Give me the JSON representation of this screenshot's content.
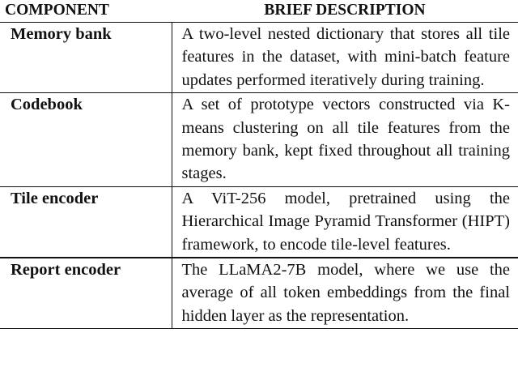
{
  "table": {
    "headers": {
      "component": "COMPONENT",
      "description": "BRIEF DESCRIPTION"
    },
    "rows": [
      {
        "component": "Memory bank",
        "description": "A two-level nested dictionary that stores all tile features in the dataset, with mini-batch feature updates performed iteratively during training."
      },
      {
        "component": "Codebook",
        "description": "A set of prototype vectors constructed via K-means clustering on all tile features from the memory bank, kept fixed throughout all training stages."
      },
      {
        "component": "Tile encoder",
        "description": "A ViT-256 model, pretrained using the Hierarchical Image Pyramid Transformer (HIPT) framework, to encode tile-level features."
      },
      {
        "component": "Report encoder",
        "description": "The LLaMA2-7B model, where we use the average of all token embeddings from the final hidden layer as the representation."
      }
    ]
  }
}
